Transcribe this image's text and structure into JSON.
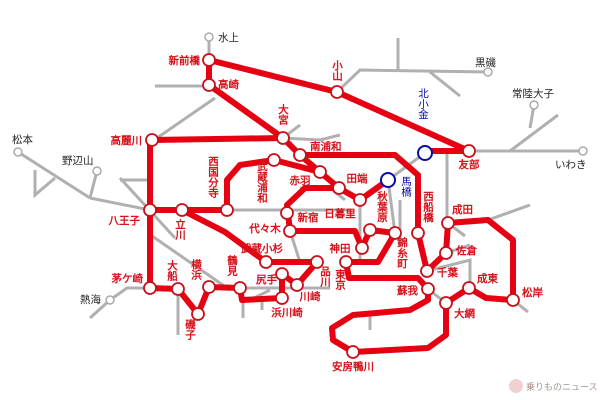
{
  "map": {
    "route_color": "#e60012",
    "highlight_color": "#0a0aa8",
    "other_line_color": "#b0b0b0",
    "highlight_stations": {
      "kitakogane": "北小金",
      "mabashi": "馬橋"
    },
    "external_stations": {
      "minakami": "水上",
      "matsumoto": "松本",
      "nobeyama": "野辺山",
      "atami": "熱海",
      "kuroiso": "黒磯",
      "hitachidaigo": "常陸大子",
      "iwaki": "いわき"
    },
    "route_stations": {
      "shinmaebashi": "新前橋",
      "takasaki": "高崎",
      "omiya": "大宮",
      "oyama": "小山",
      "tomobe": "友部",
      "komagawa": "高麗川",
      "hachioji": "八王子",
      "tachikawa": "立川",
      "nishikokubunji": "西国分寺",
      "musashiurawa": "武蔵浦和",
      "minamiurawa": "南浦和",
      "akabane": "赤羽",
      "tabata": "田端",
      "nippori": "日暮里",
      "akihabara": "秋葉原",
      "shinjuku": "新宿",
      "yoyogi": "代々木",
      "musashikosugi": "武蔵小杉",
      "kanda": "神田",
      "kinshicho": "錦糸町",
      "nishifunabashi": "西船橋",
      "shinagawa": "品川",
      "tokyo": "東京",
      "chiba": "千葉",
      "sakura": "佐倉",
      "narita": "成田",
      "naruto": "成東",
      "matsugishi": "松岸",
      "oami": "大網",
      "soga": "蘇我",
      "awakamogawa": "安房鴨川",
      "chigasaki": "茅ケ崎",
      "ofuna": "大船",
      "yokohama": "横浜",
      "isogo": "磯子",
      "tsurumi": "鶴見",
      "shitte": "尻手",
      "kawasaki": "川崎",
      "hamakawasaki": "浜川崎"
    },
    "watermark": "乗りものニュース"
  }
}
